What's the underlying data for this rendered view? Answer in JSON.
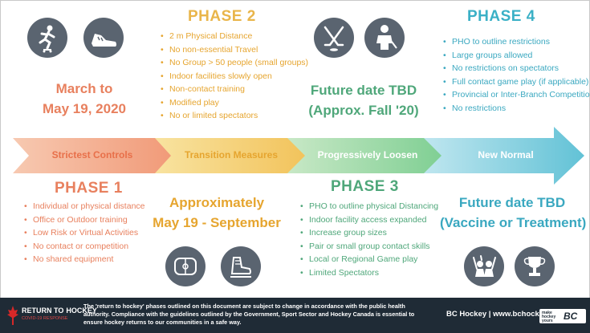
{
  "colors": {
    "phase1": "#e8805e",
    "phase2": "#e9b54a",
    "phase3": "#5fb98a",
    "phase4": "#3ab0c6",
    "footer_bg": "#1f2b36",
    "icon_bg": "#5a6470"
  },
  "phase1": {
    "title": "PHASE 1",
    "arrow_label": "Strictest Controls",
    "date_line1": "March to",
    "date_line2": "May 19, 2020",
    "bullets": [
      "Individual or physical distance",
      "Office or Outdoor training",
      "Low Risk or Virtual Activities",
      "No contact or competition",
      "No shared equipment"
    ],
    "icons": [
      "inline-skater-icon",
      "running-shoe-icon"
    ]
  },
  "phase2": {
    "title": "PHASE 2",
    "arrow_label": "Transition Measures",
    "date_line1": "Approximately",
    "date_line2": "May 19 - September",
    "bullets": [
      "2 m Physical Distance",
      "No non-essential Travel",
      "No Group > 50 people (small groups)",
      "Indoor facilities slowly open",
      "Non-contact training",
      "Modified play",
      "No or limited spectators"
    ],
    "icons": [
      "hockey-rink-icon",
      "ice-skate-icon"
    ]
  },
  "phase3": {
    "title": "PHASE 3",
    "arrow_label": "Progressively Loosen",
    "date_line1": "Future date TBD",
    "date_line2": "(Approx. Fall '20)",
    "bullets": [
      "PHO to outline physical Distancing",
      "Indoor facility access expanded",
      "Increase group sizes",
      "Pair or small group contact skills",
      "Local or Regional Game play",
      "Limited Spectators"
    ],
    "icons": [
      "crossed-hockey-sticks-icon",
      "goalie-icon"
    ]
  },
  "phase4": {
    "title": "PHASE 4",
    "arrow_label": "New Normal",
    "date_line1": "Future date TBD",
    "date_line2": "(Vaccine or Treatment)",
    "bullets": [
      "PHO to outline restrictions",
      "Large groups allowed",
      "No restrictions on spectators",
      "Full contact game play (if applicable)",
      "Provincial or Inter-Branch Competition",
      "No restrictions"
    ],
    "icons": [
      "celebrating-fans-icon",
      "trophy-icon"
    ]
  },
  "footer": {
    "logo_text_1": "RETURN TO",
    "logo_text_2": "HOCKEY",
    "logo_sub": "COVID-19 RESPONSE",
    "disclaimer": "The 'return to hockey' phases outlined on this document are subject to change in accordance with the public health authority. Compliance with the guidelines outlined by the Government, Sport Sector and Hockey Canada is essential to ensure hockey returns to our communities in a safe way.",
    "site": "BC Hockey | www.bchockey.net",
    "brand1": "make hockey yours",
    "brand2": "BC"
  }
}
